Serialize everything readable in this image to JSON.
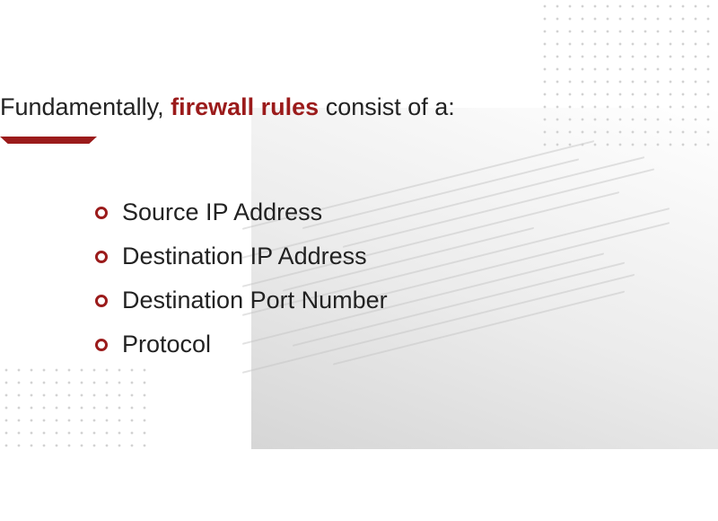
{
  "headline": {
    "prefix": "Fundamentally, ",
    "highlight": "firewall rules",
    "suffix": " consist of a:"
  },
  "bullets": [
    {
      "label": "Source IP Address"
    },
    {
      "label": "Destination IP Address"
    },
    {
      "label": "Destination Port Number"
    },
    {
      "label": "Protocol"
    }
  ],
  "colors": {
    "accent": "#9b1b1b",
    "text": "#222222"
  },
  "icons": {
    "bullet": "ring-bullet-icon"
  }
}
